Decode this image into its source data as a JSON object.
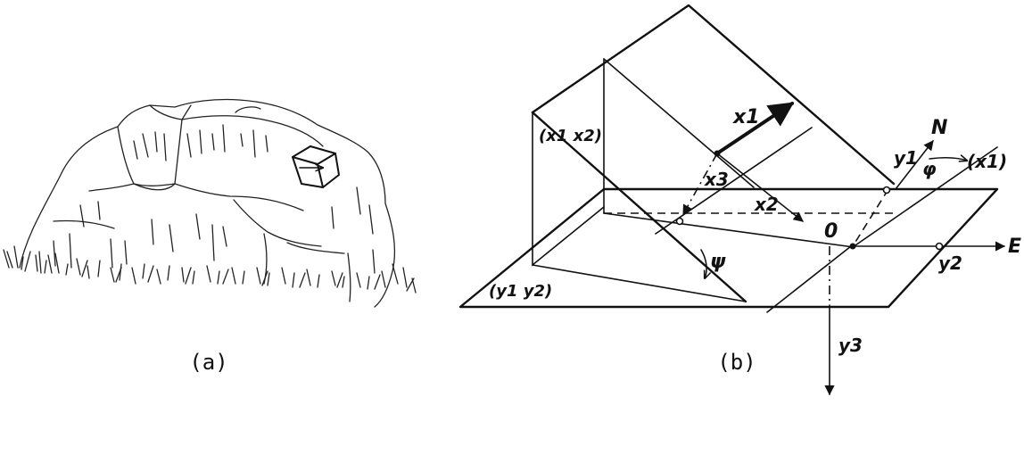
{
  "panel_a": {
    "caption": "(a)"
  },
  "panel_b": {
    "caption": "(b)",
    "labels": {
      "x1x2_plane": "(x1 x2)",
      "y1y2_plane": "(y1 y2)",
      "x1": "x1",
      "x2": "x2",
      "x3": "x3",
      "y1": "y1",
      "y2": "y2",
      "y3": "y3",
      "x1_trace": "(x1)",
      "north": "N",
      "east": "E",
      "origin": "0",
      "phi": "φ",
      "psi": "ψ"
    }
  }
}
